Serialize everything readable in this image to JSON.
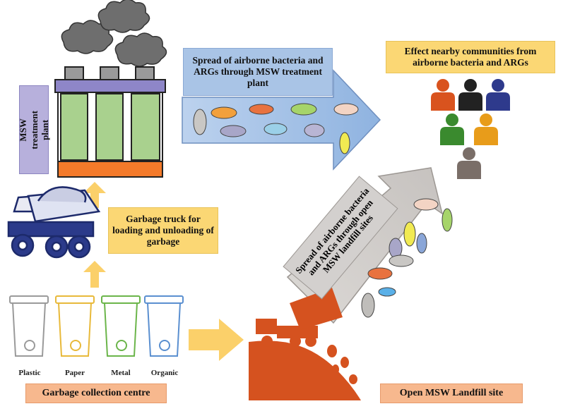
{
  "labels": {
    "msw_plant": "MSW treatment plant",
    "truck": "Garbage truck for loading and unloading of garbage",
    "spread_plant": "Spread of airborne bacteria and ARGs through MSW treatment plant",
    "effect": "Effect nearby communities from airborne bacteria and ARGs",
    "spread_landfill": "Spread of airborne bacteria and ARGs through open MSW landfill sites",
    "collection": "Garbage collection centre",
    "landfill": "Open MSW Landfill site"
  },
  "bins": [
    {
      "label": "Plastic",
      "color": "#9a9a9a"
    },
    {
      "label": "Paper",
      "color": "#e8b93a"
    },
    {
      "label": "Metal",
      "color": "#6bb54a"
    },
    {
      "label": "Organic",
      "color": "#5a8fd0"
    }
  ],
  "people_colors": [
    "#d9531e",
    "#222222",
    "#2e3a8c",
    "#3a8a2e",
    "#e89c1a",
    "#7a6e68"
  ],
  "colors": {
    "landfill_orange": "#d5521f",
    "arrow_blue": "#a9c4e6",
    "arrow_gray": "#d3d0ce",
    "plant_green": "#a9d18e",
    "plant_orange": "#f47a2a"
  }
}
